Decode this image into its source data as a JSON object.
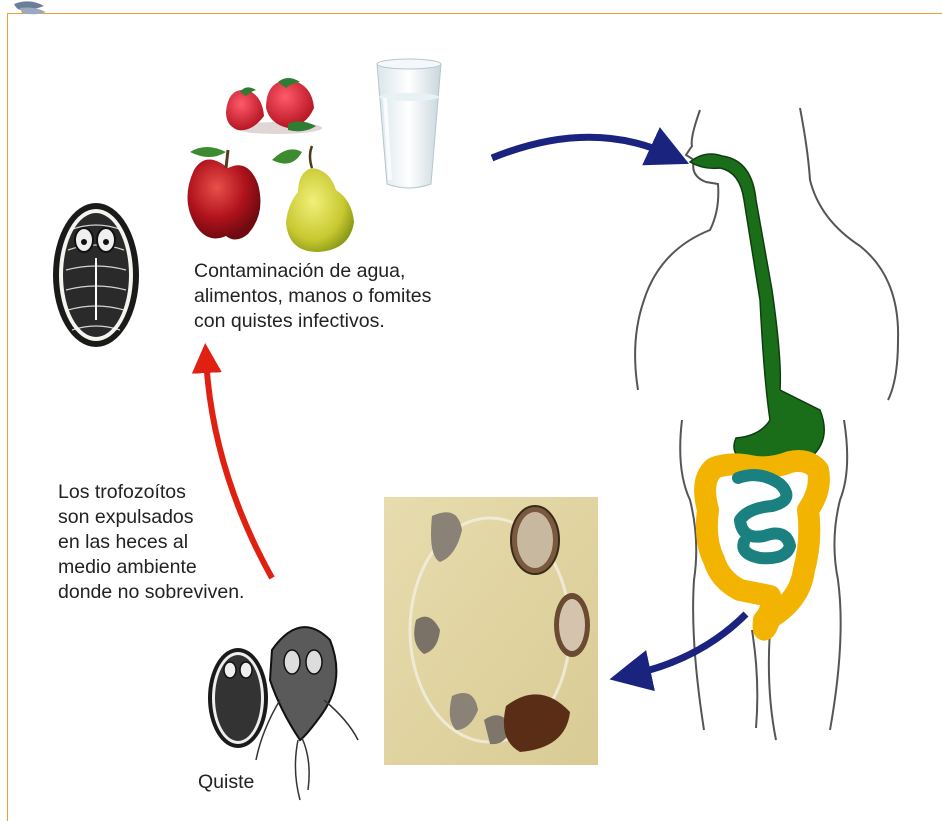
{
  "captions": {
    "contamination": [
      "Contaminación de agua,",
      "alimentos, manos o fomites",
      "con quistes infectivos."
    ],
    "trophozoites": [
      "Los trofozoítos",
      "son expulsados",
      "en las heces al",
      "medio ambiente",
      "donde no sobreviven."
    ],
    "cyst_label": "Quiste"
  },
  "colors": {
    "frame": "#f0a030",
    "arrow_blue": "#1a237e",
    "arrow_red": "#e02010",
    "esophagus_stomach": "#1a6e1a",
    "large_intestine": "#f2b400",
    "small_intestine": "#1a8080"
  },
  "icons": [
    "strawberries",
    "apple",
    "pear",
    "water-glass",
    "giardia-cyst",
    "giardia-trophozoite",
    "human-torso",
    "life-cycle-photo"
  ]
}
